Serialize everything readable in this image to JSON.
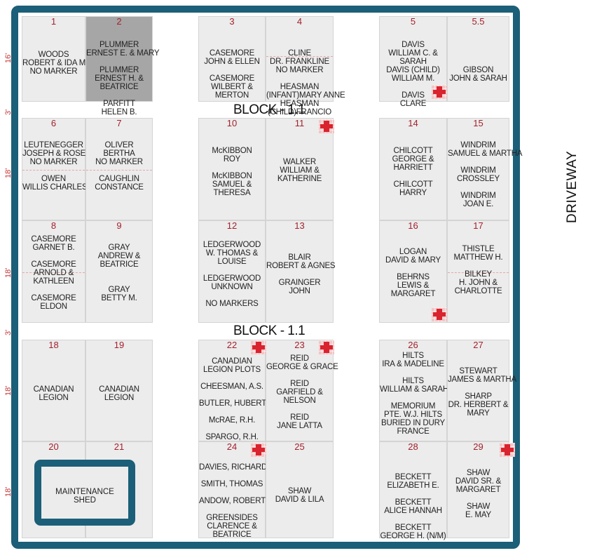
{
  "block_title": "BLOCK - 1.1",
  "driveway_label": "DRIVEWAY",
  "shed_label": [
    "MAINTENANCE",
    "SHED"
  ],
  "side_dims": [
    "16'",
    "3'",
    "18'",
    "18'",
    "3'",
    "18'",
    "18'"
  ],
  "colors": {
    "frame": "#1c5f78",
    "plot": "#ececec",
    "plot_highlight": "#a6a6a6",
    "number": "#a3212b",
    "marker": "#d9232e"
  },
  "plots": [
    {
      "n": "1",
      "lines": [
        "WOODS",
        "ROBERT & IDA MAY",
        "NO MARKER"
      ]
    },
    {
      "n": "2",
      "lines": [
        "PLUMMER",
        "ERNEST E. & MARY",
        "",
        "PLUMMER",
        "ERNEST H. &",
        "BEATRICE",
        "",
        "PARFITT",
        "HELEN B."
      ]
    },
    {
      "n": "3",
      "lines": [
        "CASEMORE",
        "JOHN & ELLEN",
        "",
        "CASEMORE",
        "WILBERT &",
        "MERTON"
      ]
    },
    {
      "n": "4",
      "lines": [
        "CLINE",
        "DR. FRANKLINE",
        "NO MARKER",
        "",
        "HEASMAN",
        "(INFANT)MARY ANNE",
        "HEASMAN",
        "(CHILD)FRANCIO"
      ]
    },
    {
      "n": "5",
      "lines": [
        "DAVIS",
        "WILLIAM C. &",
        "SARAH",
        "DAVIS (CHILD)",
        "WILLIAM M.",
        "",
        "DAVIS",
        "CLARE"
      ]
    },
    {
      "n": "5.5",
      "lines": [
        "GIBSON",
        "JOHN & SARAH"
      ]
    },
    {
      "n": "6",
      "lines": [
        "LEUTENEGGER",
        "JOSEPH & ROSE",
        "NO MARKER",
        "",
        "OWEN",
        "WILLIS CHARLES"
      ]
    },
    {
      "n": "7",
      "lines": [
        "OLIVER",
        "BERTHA",
        "NO MARKER",
        "",
        "CAUGHLIN",
        "CONSTANCE"
      ]
    },
    {
      "n": "10",
      "lines": [
        "McKIBBON",
        "ROY",
        "",
        "McKIBBON",
        "SAMUEL &",
        "THERESA"
      ]
    },
    {
      "n": "11",
      "lines": [
        "WALKER",
        "WILLIAM &",
        "KATHERINE"
      ]
    },
    {
      "n": "14",
      "lines": [
        "CHILCOTT",
        "GEORGE &",
        "HARRIETT",
        "",
        "CHILCOTT",
        "HARRY"
      ]
    },
    {
      "n": "15",
      "lines": [
        "WINDRIM",
        "SAMUEL & MARTHA",
        "",
        "WINDRIM",
        "CROSSLEY",
        "",
        "WINDRIM",
        "JOAN E."
      ]
    },
    {
      "n": "8",
      "lines": [
        "CASEMORE",
        "GARNET B.",
        "",
        "CASEMORE",
        "ARNOLD &",
        "KATHLEEN",
        "",
        "CASEMORE",
        "ELDON"
      ]
    },
    {
      "n": "9",
      "lines": [
        "GRAY",
        "ANDREW &",
        "BEATRICE",
        "",
        "",
        "GRAY",
        "BETTY M."
      ]
    },
    {
      "n": "12",
      "lines": [
        "LEDGERWOOD",
        "W. THOMAS &",
        "LOUISE",
        "",
        "LEDGERWOOD",
        "UNKNOWN",
        "",
        "NO MARKERS"
      ]
    },
    {
      "n": "13",
      "lines": [
        "BLAIR",
        "ROBERT & AGNES",
        "",
        "GRAINGER",
        "JOHN"
      ]
    },
    {
      "n": "16",
      "lines": [
        "LOGAN",
        "DAVID & MARY",
        "",
        "BEHRNS",
        "LEWIS &",
        "MARGARET"
      ]
    },
    {
      "n": "17",
      "lines": [
        "THISTLE",
        "MATTHEW H.",
        "",
        "BILKEY",
        "H. JOHN &",
        "CHARLOTTE"
      ]
    },
    {
      "n": "18",
      "lines": [
        "CANADIAN",
        "LEGION"
      ]
    },
    {
      "n": "19",
      "lines": [
        "CANADIAN",
        "LEGION"
      ]
    },
    {
      "n": "22",
      "lines": [
        "CANADIAN",
        "LEGION PLOTS",
        "",
        "CHEESMAN, A.S.",
        "",
        "BUTLER, HUBERT",
        "",
        "McRAE, R.H.",
        "",
        "SPARGO, R.H."
      ]
    },
    {
      "n": "23",
      "lines": [
        "REID",
        "GEORGE & GRACE",
        "",
        "REID",
        "GARFIELD &",
        "NELSON",
        "",
        "REID",
        "JANE LATTA"
      ]
    },
    {
      "n": "26",
      "lines": [
        "HILTS",
        "IRA & MADELINE",
        "",
        "HILTS",
        "WILLIAM & SARAH",
        "",
        "MEMORIUM",
        "PTE. W.J. HILTS",
        "BURIED IN DURY",
        "FRANCE"
      ]
    },
    {
      "n": "27",
      "lines": [
        "STEWART",
        "JAMES & MARTHA",
        "",
        "SHARP",
        "DR. HERBERT &",
        "MARY"
      ]
    },
    {
      "n": "20",
      "lines": []
    },
    {
      "n": "21",
      "lines": []
    },
    {
      "n": "24",
      "lines": [
        "DAVIES, RICHARD",
        "",
        "SMITH, THOMAS",
        "",
        "ANDOW, ROBERT",
        "",
        "GREENSIDES",
        "CLARENCE &",
        "BEATRICE"
      ]
    },
    {
      "n": "25",
      "lines": [
        "SHAW",
        "DAVID & LILA"
      ]
    },
    {
      "n": "28",
      "lines": [
        "BECKETT",
        "ELIZABETH E.",
        "",
        "BECKETT",
        "ALICE HANNAH",
        "",
        "BECKETT",
        "GEORGE H. (N/M)"
      ]
    },
    {
      "n": "29",
      "lines": [
        "SHAW",
        "DAVID SR. &",
        "MARGARET",
        "",
        "SHAW",
        "E. MAY"
      ]
    }
  ]
}
